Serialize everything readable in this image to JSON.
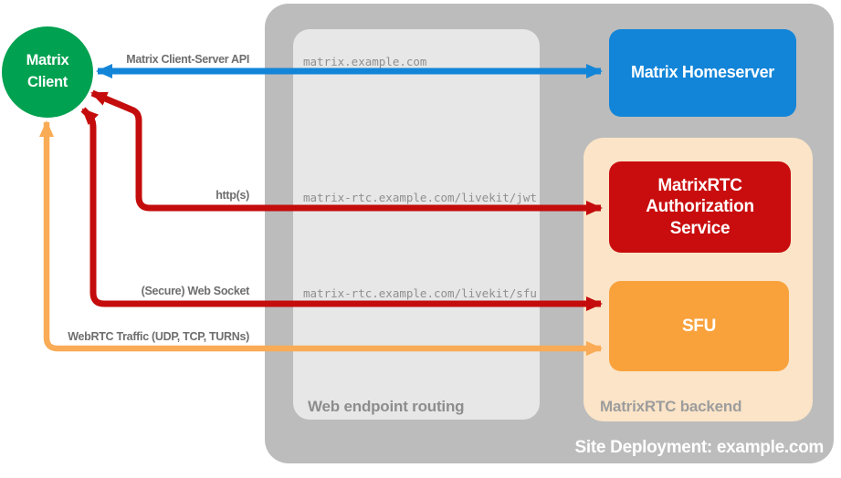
{
  "nodes": {
    "client": {
      "label": "Matrix Client",
      "color": "#00a150"
    },
    "homeserver": {
      "label": "Matrix Homeserver",
      "color": "#1385d8"
    },
    "auth": {
      "label": "MatrixRTC Authorization Service",
      "color": "#c90d0e"
    },
    "sfu": {
      "label": "SFU",
      "color": "#f9a23c"
    }
  },
  "containers": {
    "site": {
      "label": "Site Deployment: example.com",
      "color": "#bcbcbc"
    },
    "routing": {
      "label": "Web endpoint routing",
      "color": "#e7e7e7"
    },
    "backend": {
      "label": "MatrixRTC backend",
      "color": "#fbe4c7"
    }
  },
  "endpoints": {
    "homeserver": "matrix.example.com",
    "auth_jwt": "matrix-rtc.example.com/livekit/jwt",
    "sfu_ws": "matrix-rtc.example.com/livekit/sfu"
  },
  "arrows": {
    "client_server_api": {
      "label": "Matrix Client-Server API",
      "color": "#1385d8"
    },
    "https": {
      "label": "http(s)",
      "color": "#c40c0c"
    },
    "websocket": {
      "label": "(Secure) Web Socket",
      "color": "#c40c0c"
    },
    "webrtc": {
      "label": "WebRTC Traffic (UDP, TCP, TURNs)",
      "color": "#f9ab55"
    }
  }
}
